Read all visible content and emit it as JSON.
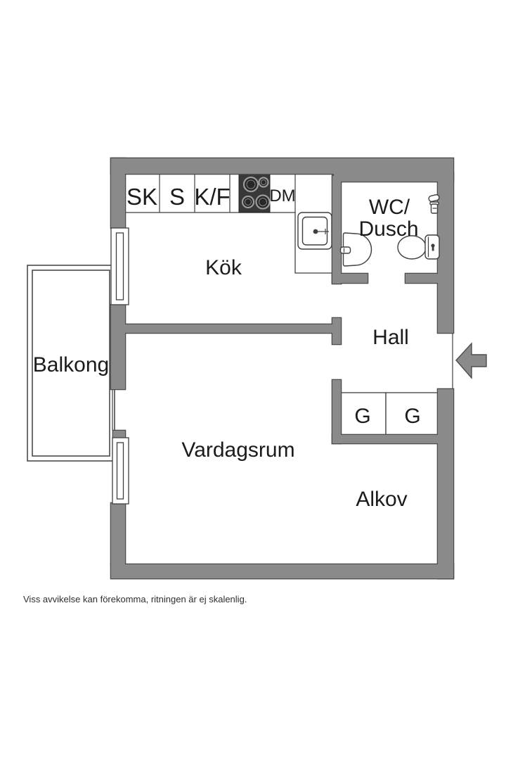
{
  "colors": {
    "background": "#ffffff",
    "wall_fill": "#8a8a8a",
    "wall_outline": "#4d4d4d",
    "line": "#3f3f3f",
    "text": "#1b1b1b"
  },
  "floor_plan": {
    "rooms": {
      "kitchen": "Kök",
      "hall": "Hall",
      "living_room": "Vardagsrum",
      "alcove": "Alkov",
      "balcony": "Balkong",
      "bathroom_line1": "WC/",
      "bathroom_line2": "Dusch"
    },
    "fixtures": {
      "cleaning_closet": "SK",
      "pantry": "S",
      "fridge_freezer": "K/F",
      "dishwasher": "DM",
      "wardrobe_left": "G",
      "wardrobe_right": "G"
    },
    "disclaimer": "Viss avvikelse kan förekomma, ritningen är ej skalenlig."
  }
}
